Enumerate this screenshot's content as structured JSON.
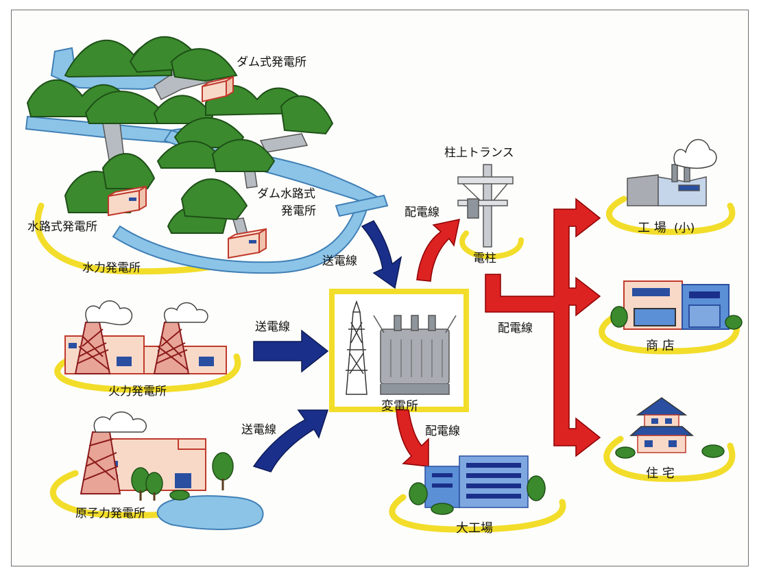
{
  "labels": {
    "dam_plant": "ダム式発電所",
    "dam_waterway_plant_1": "ダム水路式",
    "dam_waterway_plant_2": "発電所",
    "waterway_plant": "水路式発電所",
    "hydro_plant": "水力発電所",
    "thermal_plant": "火力発電所",
    "nuclear_plant": "原子力発電所",
    "transmission_line_top": "送電線",
    "transmission_line_mid": "送電線",
    "transmission_line_bottom": "送電線",
    "substation": "変電所",
    "distribution_line_up": "配電線",
    "distribution_line_right": "配電線",
    "distribution_line_down": "配電線",
    "pole_transformer": "柱上トランス",
    "utility_pole": "電柱",
    "factory_small": "工 場",
    "factory_small_suffix": "(小)",
    "shop": "商 店",
    "house": "住 宅",
    "factory_large": "大工場"
  },
  "colors": {
    "mountain": "#3b8a2e",
    "mountain_dark": "#23601c",
    "water": "#8cc4e8",
    "water_edge": "#3f7fb5",
    "blue_arrow": "#1a2f8a",
    "red_arrow": "#dd2222",
    "yellow_ring": "#f2dd2a",
    "building_pink": "#f8d9c8",
    "building_edge": "#c0392b",
    "building_blue": "#5b8fd6",
    "steel": "#a9adb3"
  },
  "icons": [
    "mountain-icon",
    "dam-icon",
    "powerhouse-icon",
    "chimney-icon",
    "smoke-icon",
    "reactor-icon",
    "tree-icon",
    "transformer-icon",
    "pylon-icon",
    "utility-pole-icon",
    "factory-icon",
    "shop-icon",
    "house-icon",
    "office-building-icon"
  ]
}
